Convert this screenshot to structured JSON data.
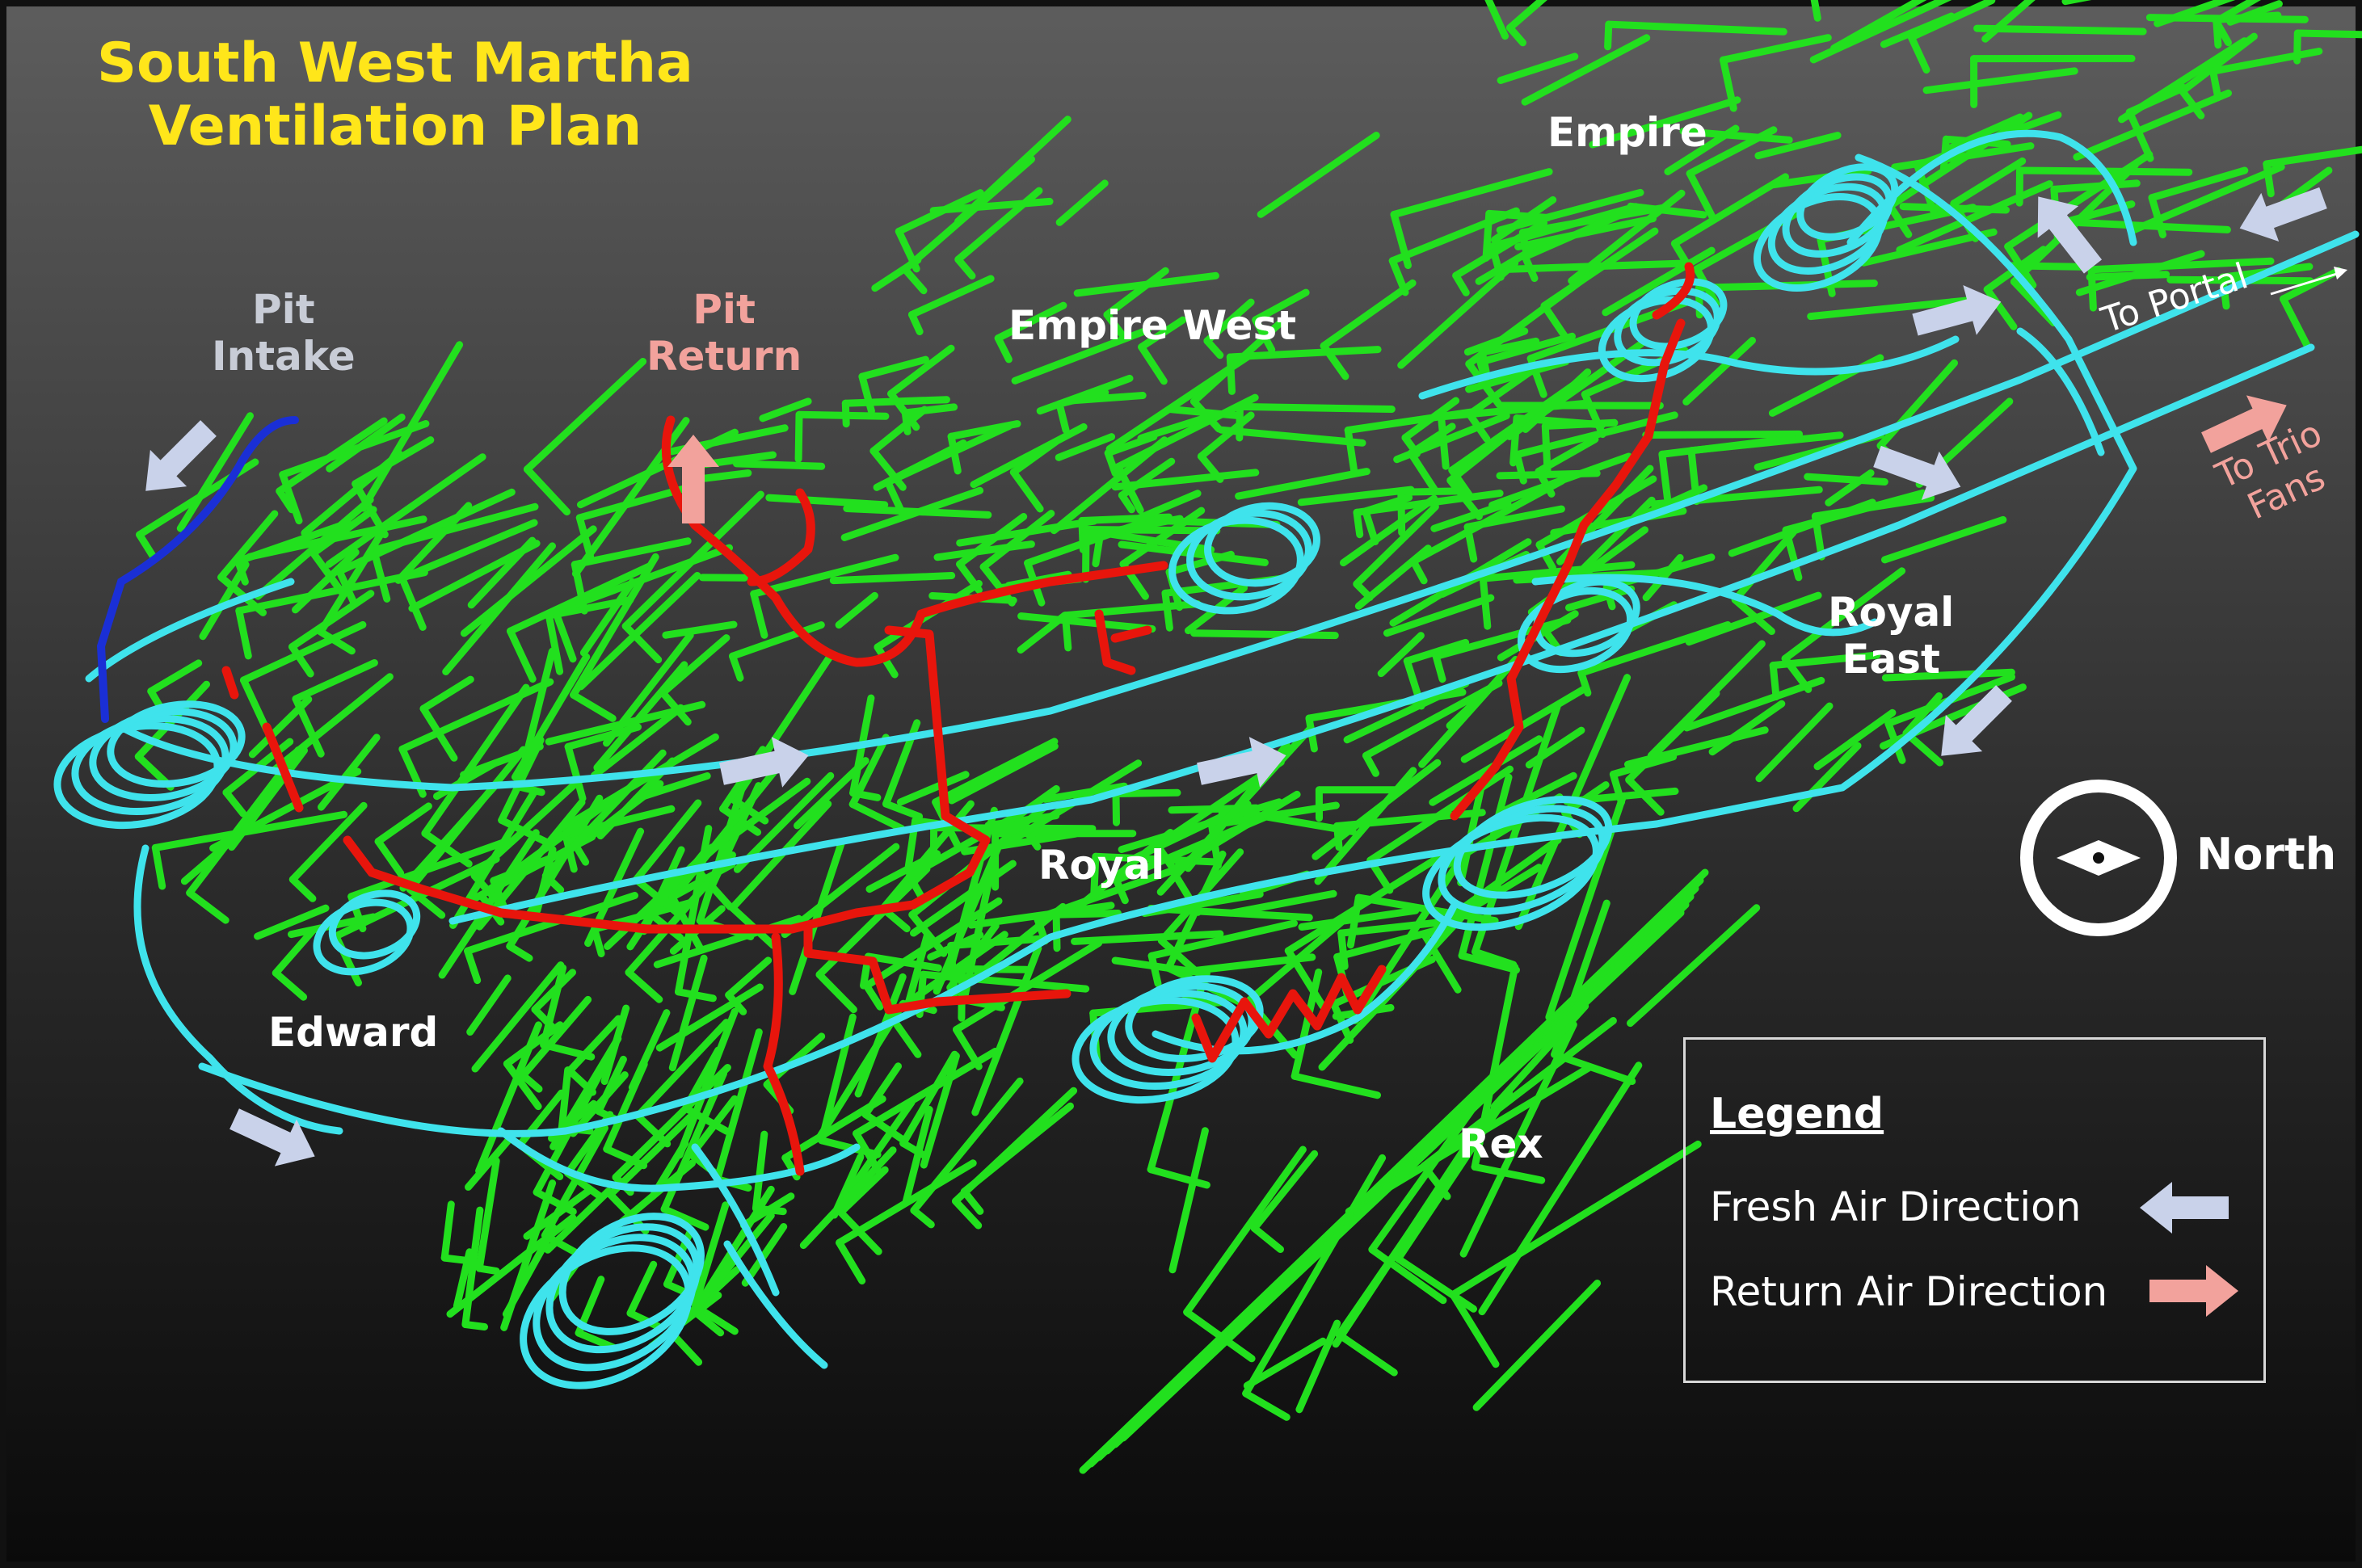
{
  "title": {
    "line1": "South West Martha",
    "line2": "Ventilation Plan"
  },
  "areas": {
    "pit_intake": [
      "Pit",
      "Intake"
    ],
    "pit_return": [
      "Pit",
      "Return"
    ],
    "empire": "Empire",
    "empire_west": "Empire West",
    "royal": "Royal",
    "royal_east": [
      "Royal",
      "East"
    ],
    "edward": "Edward",
    "rex": "Rex"
  },
  "to_portal": "To Portal",
  "to_trio_fans": [
    "To Trio",
    "Fans"
  ],
  "compass": {
    "label": "North"
  },
  "legend": {
    "title": "Legend",
    "fresh_air": "Fresh Air Direction",
    "return_air": "Return Air Direction"
  },
  "colors": {
    "background_top": "#5a5a5a",
    "background_bottom": "#0a0a0a",
    "development": "#22e01e",
    "main_drives": "#3fe3ec",
    "return_airways": "#e8150c",
    "pit_intake": "#1a2fd6",
    "fresh_air_arrow": "#c9d2ea",
    "return_air_arrow": "#f2a29c",
    "title": "#ffe61a"
  }
}
